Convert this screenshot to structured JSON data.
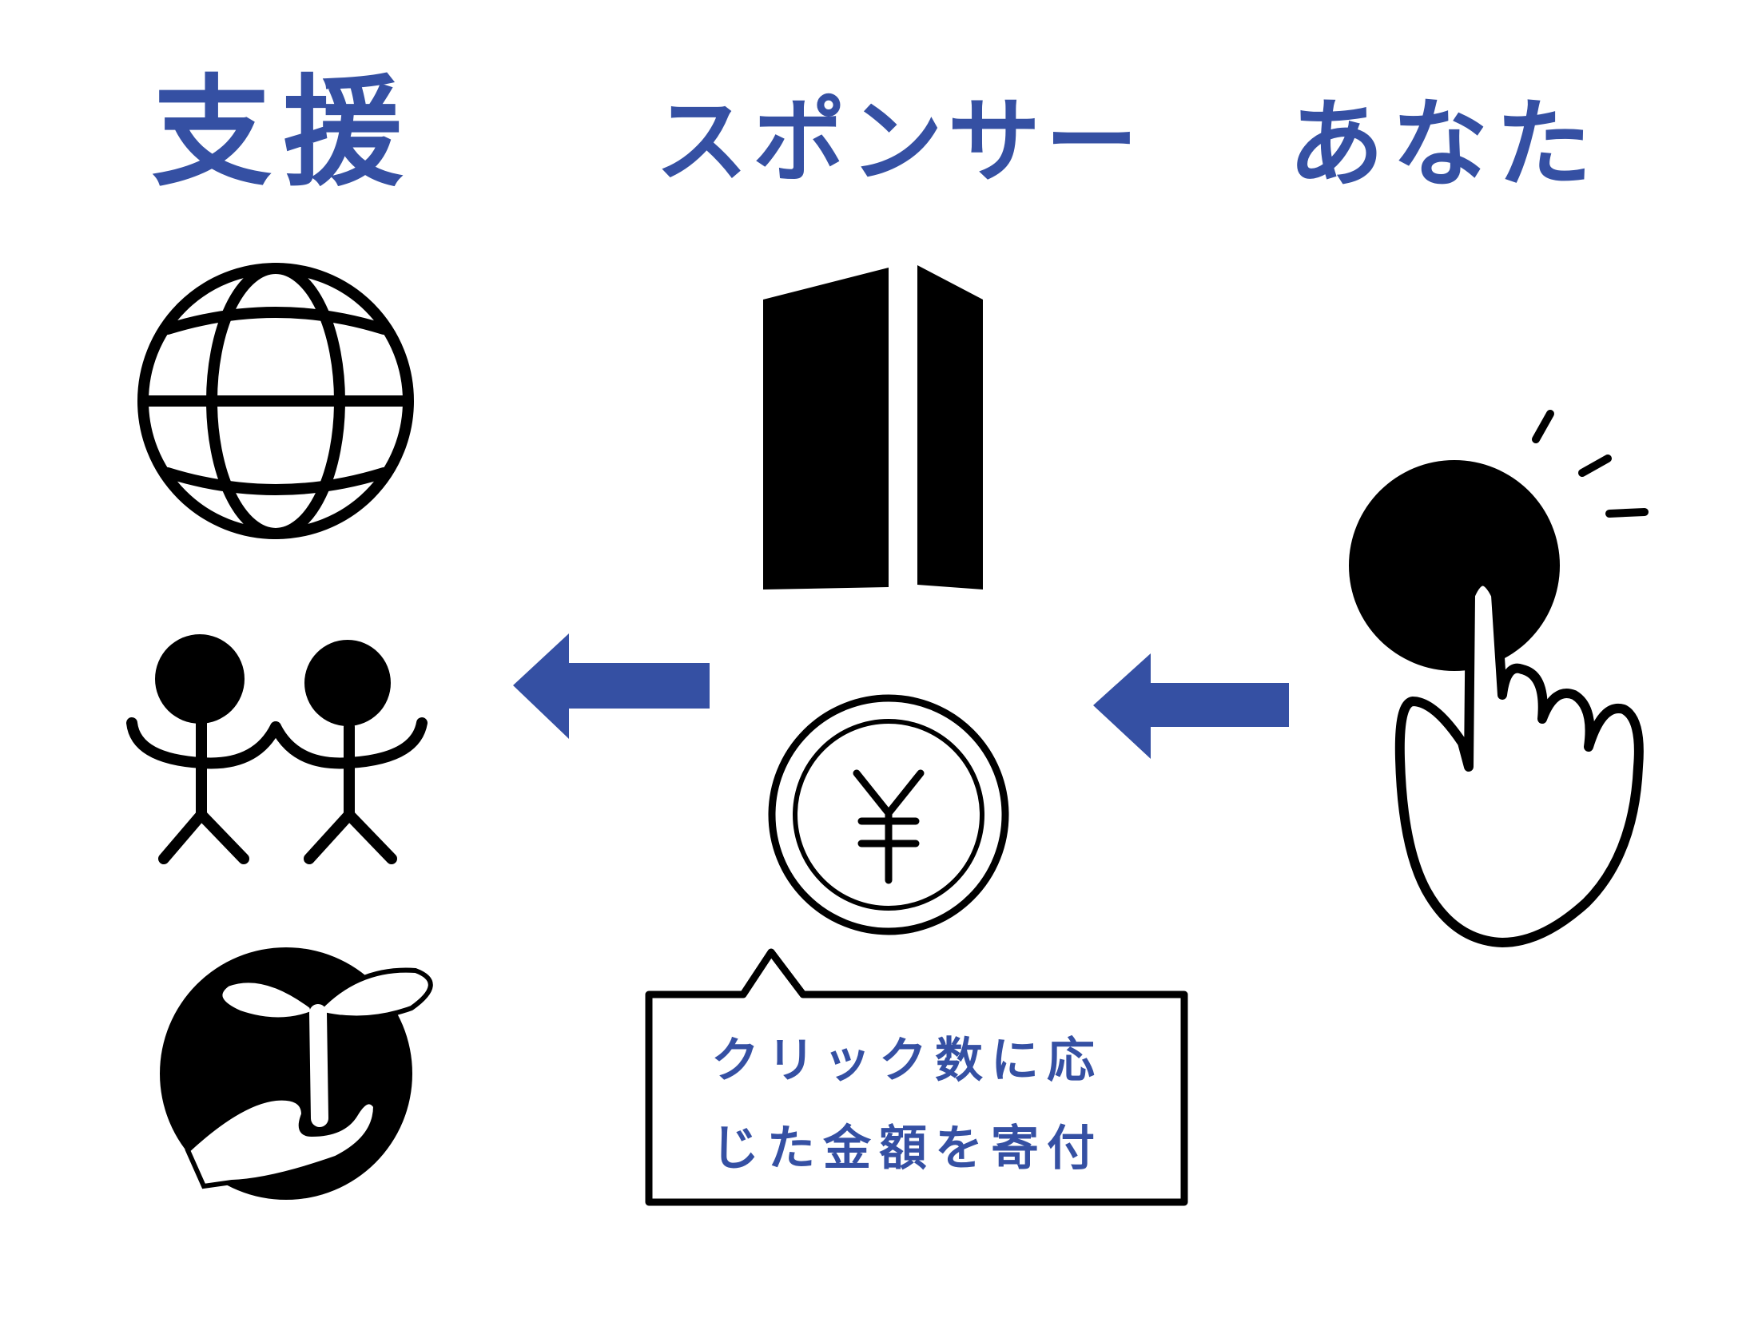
{
  "headings": {
    "support": "支援",
    "sponsor": "スポンサー",
    "you": "あなた"
  },
  "bubble": {
    "line1": "クリック数に応",
    "line2": "じた金額を寄付"
  },
  "coin": {
    "symbol": "¥"
  },
  "icons": {
    "globe": "globe-icon",
    "people": "people-holding-hands-icon",
    "sprout": "sprout-in-hand-icon",
    "building": "building-icon",
    "coin": "yen-coin-icon",
    "hand": "pointing-hand-click-icon",
    "arrow_left_1": "arrow-left-icon",
    "arrow_left_2": "arrow-left-icon"
  },
  "colors": {
    "accent": "#3550a3",
    "ink": "#000000",
    "background": "#ffffff"
  }
}
